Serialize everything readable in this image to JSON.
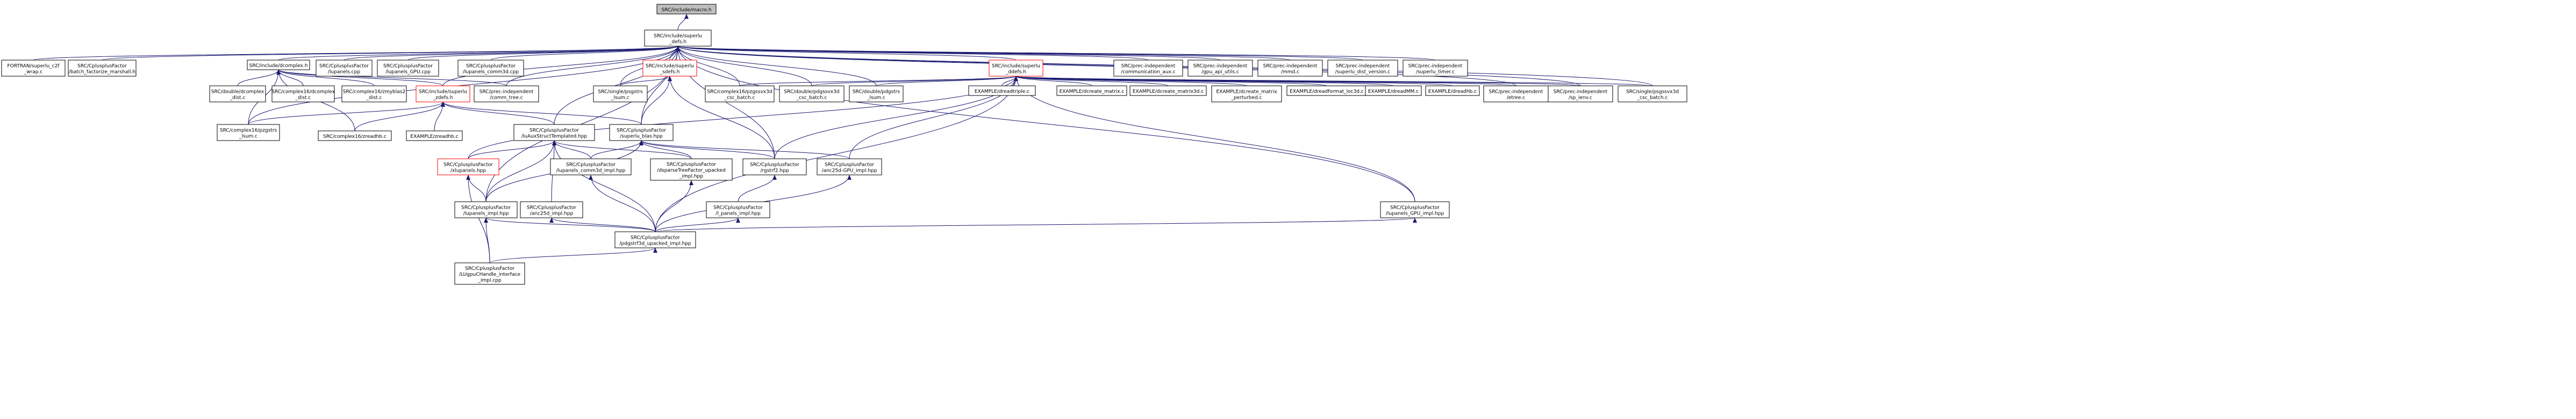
{
  "graph": {
    "colors": {
      "box_border": "#000000",
      "box_fill": "#ffffff",
      "root_fill": "#bfbfbf",
      "incomplete_border": "#ff0000",
      "edge": "#191970",
      "text": "#000000"
    },
    "nodes": [
      {
        "id": "inmacro",
        "lines": [
          "SRC/include/macro.h"
        ]
      },
      {
        "id": "superlu_defs",
        "lines": [
          "SRC/include/superlu",
          "_defs.h"
        ]
      },
      {
        "id": "fortran_c2f",
        "lines": [
          "FORTRAN/superlu_c2f",
          "_wrap.c"
        ]
      },
      {
        "id": "batch_factorize",
        "lines": [
          "SRC/CplusplusFactor",
          "/batch_factorize_marshall.h"
        ]
      },
      {
        "id": "dcomplex_h",
        "lines": [
          "SRC/include/dcomplex.h"
        ]
      },
      {
        "id": "lupanels_cpp",
        "lines": [
          "SRC/CplusplusFactor",
          "/lupanels.cpp"
        ]
      },
      {
        "id": "lupanels_gpu_cpp",
        "lines": [
          "SRC/CplusplusFactor",
          "/lupanels_GPU.cpp"
        ]
      },
      {
        "id": "lupanels_comm3d",
        "lines": [
          "SRC/CplusplusFactor",
          "/lupanels_comm3d.cpp"
        ]
      },
      {
        "id": "superlu_sdefs",
        "lines": [
          "SRC/include/superlu",
          "_sdefs.h"
        ],
        "incomplete": true
      },
      {
        "id": "superlu_ddefs",
        "lines": [
          "SRC/include/superlu",
          "_ddefs.h"
        ],
        "incomplete": true
      },
      {
        "id": "prec_comm_aux",
        "lines": [
          "SRC/prec-independent",
          "/communication_aux.c"
        ]
      },
      {
        "id": "prec_gpu_api",
        "lines": [
          "SRC/prec-independent",
          "/gpu_api_utils.c"
        ]
      },
      {
        "id": "prec_mmd",
        "lines": [
          "SRC/prec-independent",
          "/mmd.c"
        ]
      },
      {
        "id": "prec_dist_version",
        "lines": [
          "SRC/prec-independent",
          "/superlu_dist_version.c"
        ]
      },
      {
        "id": "prec_timer",
        "lines": [
          "SRC/prec-independent",
          "/superlu_timer.c"
        ]
      },
      {
        "id": "double_dcomplex_dist",
        "lines": [
          "SRC/double/dcomplex",
          "_dist.c"
        ]
      },
      {
        "id": "complex16_dcomplex_dist",
        "lines": [
          "SRC/complex16/dcomplex",
          "_dist.c"
        ]
      },
      {
        "id": "complex16_zmyblas2",
        "lines": [
          "SRC/complex16/zmyblas2",
          "_dist.c"
        ]
      },
      {
        "id": "superlu_zdefs",
        "lines": [
          "SRC/include/superlu",
          "_zdefs.h"
        ],
        "incomplete": true
      },
      {
        "id": "prec_comm_tree",
        "lines": [
          "SRC/prec-independent",
          "/comm_tree.c"
        ]
      },
      {
        "id": "single_psgstrs_lsum",
        "lines": [
          "SRC/single/psgstrs",
          "_lsum.c"
        ]
      },
      {
        "id": "complex16_pzgssvx3d",
        "lines": [
          "SRC/complex16/pzgssvx3d",
          "_csc_batch.c"
        ]
      },
      {
        "id": "double_pdgssvx3d",
        "lines": [
          "SRC/double/pdgssvx3d",
          "_csc_batch.c"
        ]
      },
      {
        "id": "double_pdgstrs_lsum",
        "lines": [
          "SRC/double/pdgstrs",
          "_lsum.c"
        ]
      },
      {
        "id": "example_dreadtriple",
        "lines": [
          "EXAMPLE/dreadtriple.c"
        ]
      },
      {
        "id": "example_dcreate_matrix",
        "lines": [
          "EXAMPLE/dcreate_matrix.c"
        ]
      },
      {
        "id": "example_dcreate_matrix3d",
        "lines": [
          "EXAMPLE/dcreate_matrix3d.c"
        ]
      },
      {
        "id": "example_dcreate_perturbed",
        "lines": [
          "EXAMPLE/dcreate_matrix",
          "_perturbed.c"
        ]
      },
      {
        "id": "example_dreadformat",
        "lines": [
          "EXAMPLE/dreadformat_loc3d.c"
        ]
      },
      {
        "id": "example_dreadMM",
        "lines": [
          "EXAMPLE/dreadMM.c"
        ]
      },
      {
        "id": "example_dreadhb",
        "lines": [
          "EXAMPLE/dreadhb.c"
        ]
      },
      {
        "id": "prec_etree",
        "lines": [
          "SRC/prec-independent",
          "/etree.c"
        ]
      },
      {
        "id": "prec_sp_ienv",
        "lines": [
          "SRC/prec-independent",
          "/sp_ienv.c"
        ]
      },
      {
        "id": "single_psgssvx3d",
        "lines": [
          "SRC/single/psgssvx3d",
          "_csc_batch.c"
        ]
      },
      {
        "id": "complex16_pzgstrs_lsum",
        "lines": [
          "SRC/complex16/pzgstrs",
          "_lsum.c"
        ]
      },
      {
        "id": "complex16_zreadhb",
        "lines": [
          "SRC/complex16/zreadhb.c"
        ]
      },
      {
        "id": "example_zreadhb",
        "lines": [
          "EXAMPLE/zreadhb.c"
        ]
      },
      {
        "id": "lu_aux_struct",
        "lines": [
          "SRC/CplusplusFactor",
          "/luAuxStructTemplated.hpp"
        ]
      },
      {
        "id": "superlu_blas",
        "lines": [
          "SRC/CplusplusFactor",
          "/superlu_blas.hpp"
        ]
      },
      {
        "id": "xlupanels",
        "lines": [
          "SRC/CplusplusFactor",
          "/xlupanels.hpp"
        ],
        "incomplete": true
      },
      {
        "id": "lupanels_comm3d_impl",
        "lines": [
          "SRC/CplusplusFactor",
          "/lupanels_comm3d_impl.hpp"
        ]
      },
      {
        "id": "dsparse_tree_factor",
        "lines": [
          "SRC/CplusplusFactor",
          "/dsparseTreeFactor_upacked",
          "_impl.hpp"
        ]
      },
      {
        "id": "rgstrf2",
        "lines": [
          "SRC/CplusplusFactor",
          "/rgstrf2.hpp"
        ]
      },
      {
        "id": "anc25d_gpu_impl",
        "lines": [
          "SRC/CplusplusFactor",
          "/anc25d-GPU_impl.hpp"
        ]
      },
      {
        "id": "lupanels_impl",
        "lines": [
          "SRC/CplusplusFactor",
          "/lupanels_impl.hpp"
        ]
      },
      {
        "id": "anc25d_impl",
        "lines": [
          "SRC/CplusplusFactor",
          "/anc25d_impl.hpp"
        ]
      },
      {
        "id": "l_panels_impl",
        "lines": [
          "SRC/CplusplusFactor",
          "/l_panels_impl.hpp"
        ]
      },
      {
        "id": "lupanels_gpu_impl",
        "lines": [
          "SRC/CplusplusFactor",
          "/lupanels_GPU_impl.hpp"
        ]
      },
      {
        "id": "pdgstrf3d_upacked",
        "lines": [
          "SRC/CplusplusFactor",
          "/pdgstrf3d_upacked_impl.hpp"
        ]
      },
      {
        "id": "lupanels_l_interface",
        "lines": [
          "SRC/CplusplusFactor",
          "/LUgpuCHandle_interface",
          "_impl.cpp"
        ]
      }
    ],
    "edges": [
      [
        "superlu_defs",
        "inmacro"
      ],
      [
        "fortran_c2f",
        "superlu_defs"
      ],
      [
        "batch_factorize",
        "superlu_defs"
      ],
      [
        "dcomplex_h",
        "superlu_defs"
      ],
      [
        "lupanels_cpp",
        "superlu_defs"
      ],
      [
        "lupanels_gpu_cpp",
        "superlu_defs"
      ],
      [
        "lupanels_comm3d",
        "superlu_defs"
      ],
      [
        "superlu_sdefs",
        "superlu_defs"
      ],
      [
        "superlu_ddefs",
        "superlu_defs"
      ],
      [
        "prec_comm_aux",
        "superlu_defs"
      ],
      [
        "prec_gpu_api",
        "superlu_defs"
      ],
      [
        "prec_mmd",
        "superlu_defs"
      ],
      [
        "prec_dist_version",
        "superlu_defs"
      ],
      [
        "prec_timer",
        "superlu_defs"
      ],
      [
        "prec_comm_tree",
        "superlu_defs"
      ],
      [
        "superlu_zdefs",
        "superlu_defs"
      ],
      [
        "complex16_pzgssvx3d",
        "superlu_defs"
      ],
      [
        "double_pdgssvx3d",
        "superlu_defs"
      ],
      [
        "double_pdgstrs_lsum",
        "superlu_defs"
      ],
      [
        "prec_etree",
        "superlu_defs"
      ],
      [
        "prec_sp_ienv",
        "superlu_defs"
      ],
      [
        "single_psgssvx3d",
        "superlu_defs"
      ],
      [
        "complex16_pzgstrs_lsum",
        "superlu_defs"
      ],
      [
        "lu_aux_struct",
        "superlu_defs"
      ],
      [
        "superlu_blas",
        "superlu_defs"
      ],
      [
        "rgstrf2",
        "superlu_defs"
      ],
      [
        "lupanels_impl",
        "superlu_defs"
      ],
      [
        "lupanels_gpu_impl",
        "superlu_defs"
      ],
      [
        "single_psgstrs_lsum",
        "superlu_defs"
      ],
      [
        "double_dcomplex_dist",
        "dcomplex_h"
      ],
      [
        "complex16_dcomplex_dist",
        "dcomplex_h"
      ],
      [
        "complex16_zmyblas2",
        "dcomplex_h"
      ],
      [
        "superlu_zdefs",
        "dcomplex_h"
      ],
      [
        "prec_comm_tree",
        "dcomplex_h"
      ],
      [
        "complex16_pzgstrs_lsum",
        "dcomplex_h"
      ],
      [
        "complex16_zreadhb",
        "dcomplex_h"
      ],
      [
        "single_psgstrs_lsum",
        "superlu_sdefs"
      ],
      [
        "superlu_blas",
        "superlu_sdefs"
      ],
      [
        "rgstrf2",
        "superlu_sdefs"
      ],
      [
        "complex16_pzgssvx3d",
        "superlu_ddefs"
      ],
      [
        "double_pdgssvx3d",
        "superlu_ddefs"
      ],
      [
        "double_pdgstrs_lsum",
        "superlu_ddefs"
      ],
      [
        "example_dreadtriple",
        "superlu_ddefs"
      ],
      [
        "example_dcreate_matrix",
        "superlu_ddefs"
      ],
      [
        "example_dcreate_matrix3d",
        "superlu_ddefs"
      ],
      [
        "example_dcreate_perturbed",
        "superlu_ddefs"
      ],
      [
        "example_dreadformat",
        "superlu_ddefs"
      ],
      [
        "example_dreadMM",
        "superlu_ddefs"
      ],
      [
        "example_dreadhb",
        "superlu_ddefs"
      ],
      [
        "prec_etree",
        "superlu_ddefs"
      ],
      [
        "prec_sp_ienv",
        "superlu_ddefs"
      ],
      [
        "single_psgssvx3d",
        "superlu_ddefs"
      ],
      [
        "xlupanels",
        "superlu_ddefs"
      ],
      [
        "rgstrf2",
        "superlu_ddefs"
      ],
      [
        "anc25d_gpu_impl",
        "superlu_ddefs"
      ],
      [
        "pdgstrf3d_upacked",
        "superlu_ddefs"
      ],
      [
        "lupanels_gpu_impl",
        "superlu_ddefs"
      ],
      [
        "complex16_pzgstrs_lsum",
        "superlu_zdefs"
      ],
      [
        "complex16_zreadhb",
        "superlu_zdefs"
      ],
      [
        "example_zreadhb",
        "superlu_zdefs"
      ],
      [
        "lu_aux_struct",
        "superlu_zdefs"
      ],
      [
        "superlu_blas",
        "superlu_zdefs"
      ],
      [
        "xlupanels",
        "lu_aux_struct"
      ],
      [
        "lupanels_comm3d_impl",
        "lu_aux_struct"
      ],
      [
        "dsparse_tree_factor",
        "lu_aux_struct"
      ],
      [
        "lupanels_impl",
        "lu_aux_struct"
      ],
      [
        "anc25d_impl",
        "lu_aux_struct"
      ],
      [
        "pdgstrf3d_upacked",
        "lu_aux_struct"
      ],
      [
        "lupanels_comm3d_impl",
        "superlu_blas"
      ],
      [
        "dsparse_tree_factor",
        "superlu_blas"
      ],
      [
        "rgstrf2",
        "superlu_blas"
      ],
      [
        "anc25d_gpu_impl",
        "superlu_blas"
      ],
      [
        "lupanels_impl",
        "superlu_blas"
      ],
      [
        "lupanels_impl",
        "xlupanels"
      ],
      [
        "lupanels_l_interface",
        "xlupanels"
      ],
      [
        "l_panels_impl",
        "rgstrf2"
      ],
      [
        "lupanels_l_interface",
        "lupanels_impl"
      ],
      [
        "pdgstrf3d_upacked",
        "lupanels_impl"
      ],
      [
        "pdgstrf3d_upacked",
        "anc25d_impl"
      ],
      [
        "pdgstrf3d_upacked",
        "l_panels_impl"
      ],
      [
        "pdgstrf3d_upacked",
        "lupanels_gpu_impl"
      ],
      [
        "pdgstrf3d_upacked",
        "dsparse_tree_factor"
      ],
      [
        "pdgstrf3d_upacked",
        "lupanels_comm3d_impl"
      ],
      [
        "pdgstrf3d_upacked",
        "anc25d_gpu_impl"
      ],
      [
        "lupanels_l_interface",
        "pdgstrf3d_upacked"
      ]
    ]
  }
}
